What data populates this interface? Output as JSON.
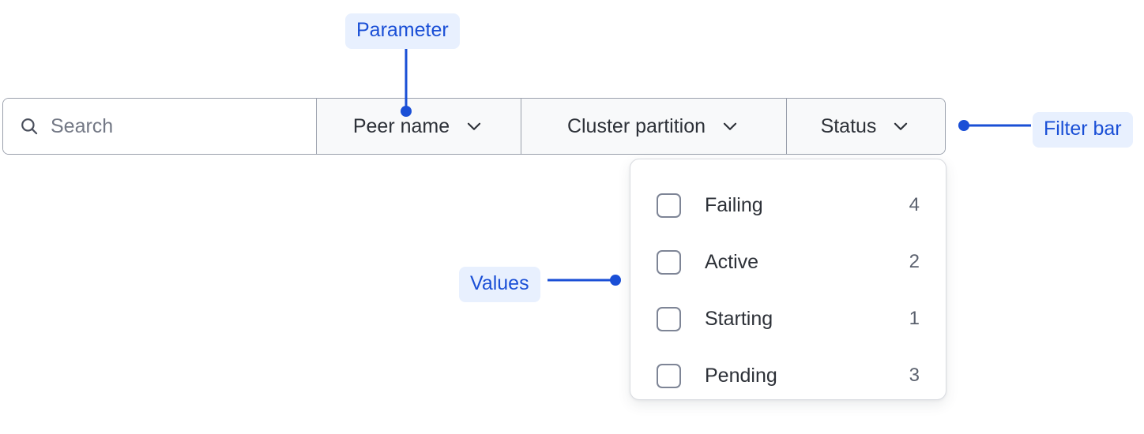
{
  "filter_bar": {
    "search": {
      "icon": "search-icon",
      "placeholder": "Search",
      "value": ""
    },
    "segments": [
      {
        "label": "Peer name",
        "icon": "chevron-down-icon",
        "expanded": false
      },
      {
        "label": "Cluster partition",
        "icon": "chevron-down-icon",
        "expanded": false
      },
      {
        "label": "Status",
        "icon": "chevron-down-icon",
        "expanded": true
      }
    ]
  },
  "status_dropdown": {
    "options": [
      {
        "label": "Failing",
        "count": "4",
        "checked": false,
        "icon": "checkbox-unchecked-icon"
      },
      {
        "label": "Active",
        "count": "2",
        "checked": false,
        "icon": "checkbox-unchecked-icon"
      },
      {
        "label": "Starting",
        "count": "1",
        "checked": false,
        "icon": "checkbox-unchecked-icon"
      },
      {
        "label": "Pending",
        "count": "3",
        "checked": false,
        "icon": "checkbox-unchecked-icon"
      }
    ]
  },
  "annotations": [
    {
      "id": "parameter",
      "label": "Parameter"
    },
    {
      "id": "values",
      "label": "Values"
    },
    {
      "id": "filter-bar",
      "label": "Filter bar"
    }
  ],
  "colors": {
    "annotation_text": "#1a4fd6",
    "annotation_bg": "#e8f0fe",
    "annotation_line": "#1a4fd6",
    "bar_border": "#9aa0ac",
    "bar_bg": "#f8f9fa",
    "search_bg": "#ffffff",
    "text_primary": "#2d3138",
    "text_muted": "#737885",
    "panel_border": "#d9dbe0",
    "checkbox_border": "#7e8596"
  }
}
